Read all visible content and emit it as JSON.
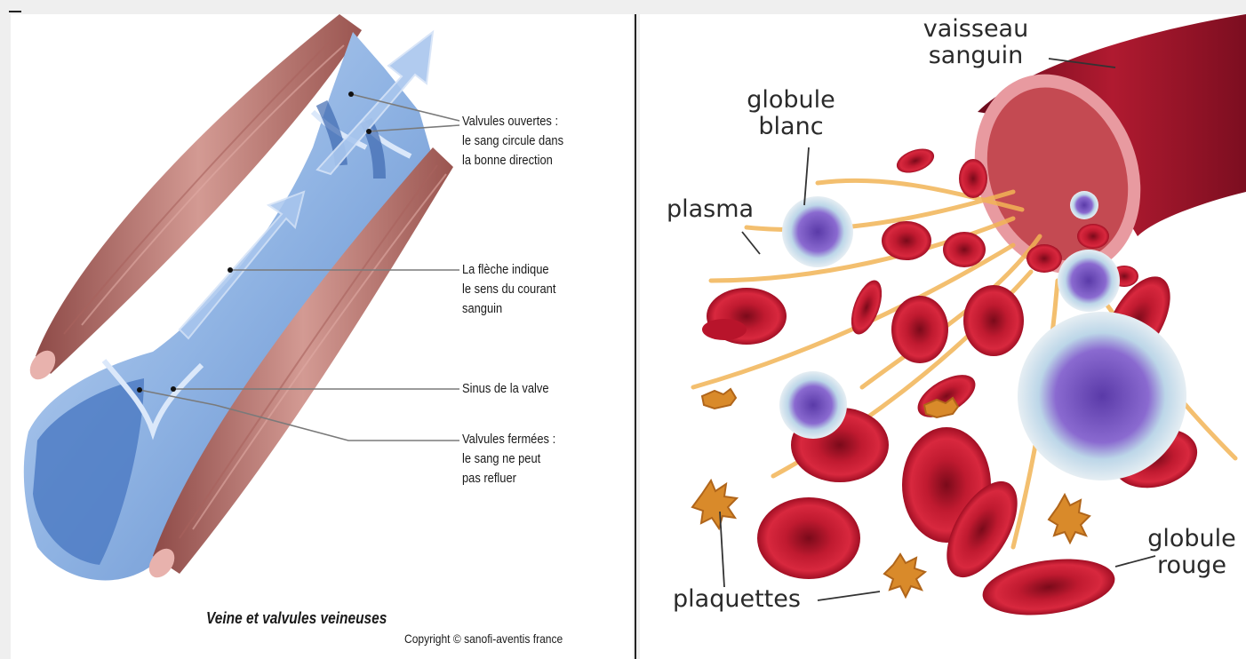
{
  "left_panel": {
    "labels": {
      "valves_open": "Valvules ouvertes :\nle sang circule dans\nla bonne direction",
      "arrow_direction": "La flèche indique\nle sens du courant\nsanguin",
      "valve_sinus": "Sinus de la valve",
      "valves_closed": "Valvules fermées :\nle sang ne peut\npas refluer"
    },
    "caption": "Veine et valvules veineuses",
    "copyright": "Copyright © sanofi-aventis france"
  },
  "right_panel": {
    "labels": {
      "blood_vessel": "vaisseau\nsanguin",
      "white_cell": "globule\nblanc",
      "plasma": "plasma",
      "red_cell": "globule\nrouge",
      "platelets": "plaquettes"
    }
  },
  "colors": {
    "vein_blue": "#8fb3e3",
    "vein_dark": "#4f7cc4",
    "muscle": "#c47f7a",
    "blood_red": "#b8142b",
    "plasma": "#f2b456",
    "white_cell": "#6a4ab0"
  }
}
